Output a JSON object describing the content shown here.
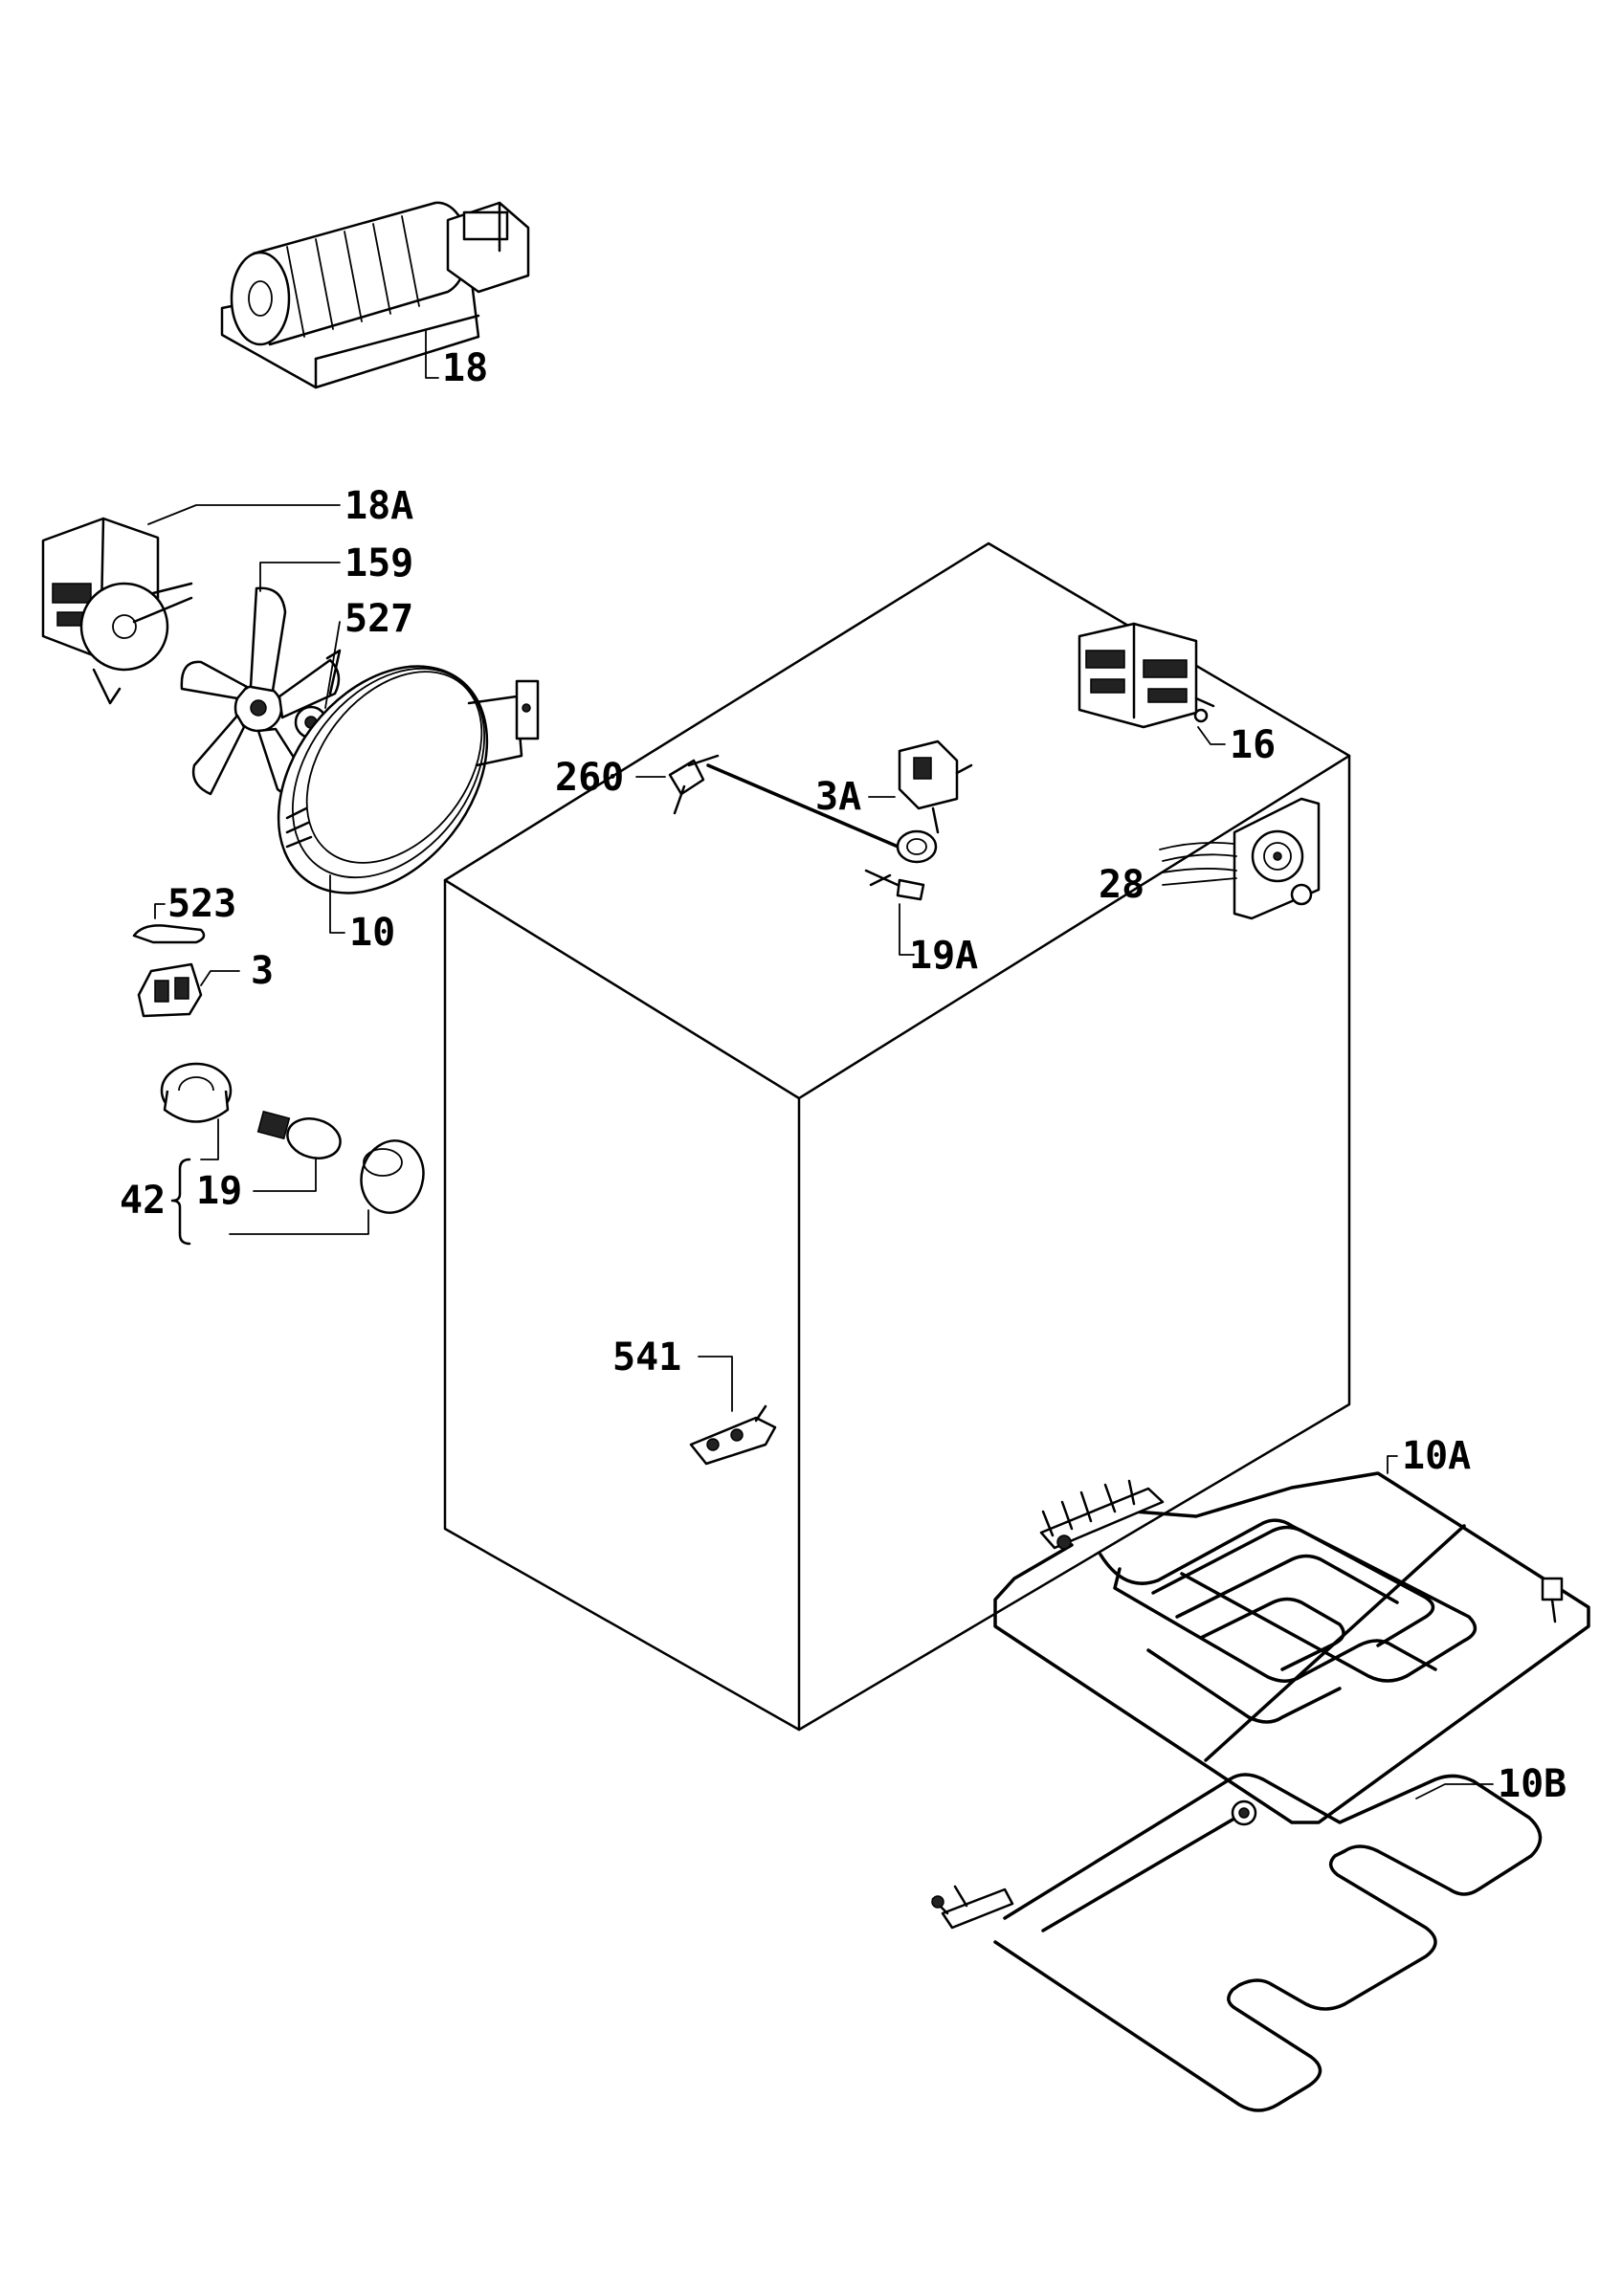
{
  "callouts": {
    "c18": "18",
    "c18a": "18A",
    "c159": "159",
    "c527": "527",
    "c260": "260",
    "c3a": "3A",
    "c16": "16",
    "c28": "28",
    "c10": "10",
    "c523": "523",
    "c3": "3",
    "c19a": "19A",
    "c42": "42",
    "c19": "19",
    "c541": "541",
    "c10a": "10A",
    "c10b": "10B"
  },
  "colors": {
    "line": "#000000",
    "background": "#ffffff"
  }
}
